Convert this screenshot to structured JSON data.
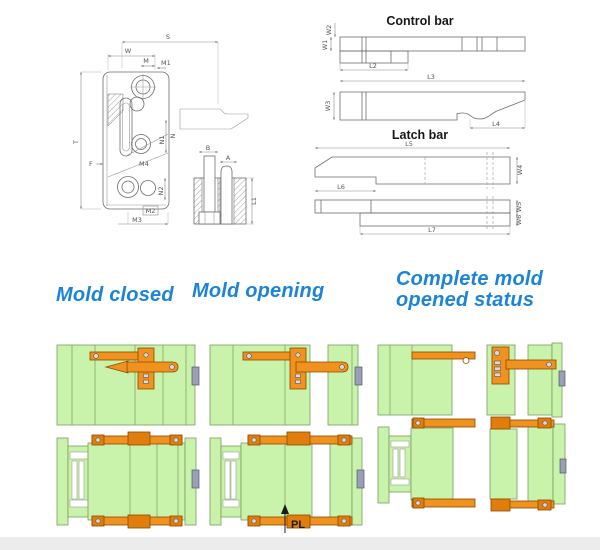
{
  "colors": {
    "heading_blue": "#1b84d7",
    "mold_green": "#c9f2aa",
    "mold_green_border": "#7d9b62",
    "latch_orange": "#f0921e",
    "latch_orange_dark": "#e07d0d",
    "orange_border": "#8a4a00",
    "slider_tab_gray": "#99a0b6",
    "drawing_line_gray": "#6e6e6e"
  },
  "tech": {
    "control_bar_title": "Control bar",
    "latch_bar_title": "Latch bar",
    "plate_dims": {
      "s": "S",
      "w": "W",
      "m": "M",
      "m1": "M1",
      "t": "T",
      "f": "F",
      "m4": "M4",
      "n": "N",
      "n1": "N1",
      "n2": "N2",
      "m2": "M2",
      "m3": "M3"
    },
    "section_dims": {
      "b": "B",
      "a": "A",
      "l1": "L1"
    },
    "control_dims": {
      "w1": "W1",
      "w2": "W2",
      "w3": "W3",
      "l2": "L2",
      "l3": "L3",
      "l4": "L4"
    },
    "latch_dims": {
      "w4": "W4",
      "w5": "W5",
      "w6": "W6",
      "l5": "L5",
      "l6": "L6",
      "l7": "L7"
    }
  },
  "stages": {
    "closed": "Mold closed",
    "opening": "Mold opening",
    "opened": "Complete mold opened status"
  },
  "pl_label": "PL"
}
